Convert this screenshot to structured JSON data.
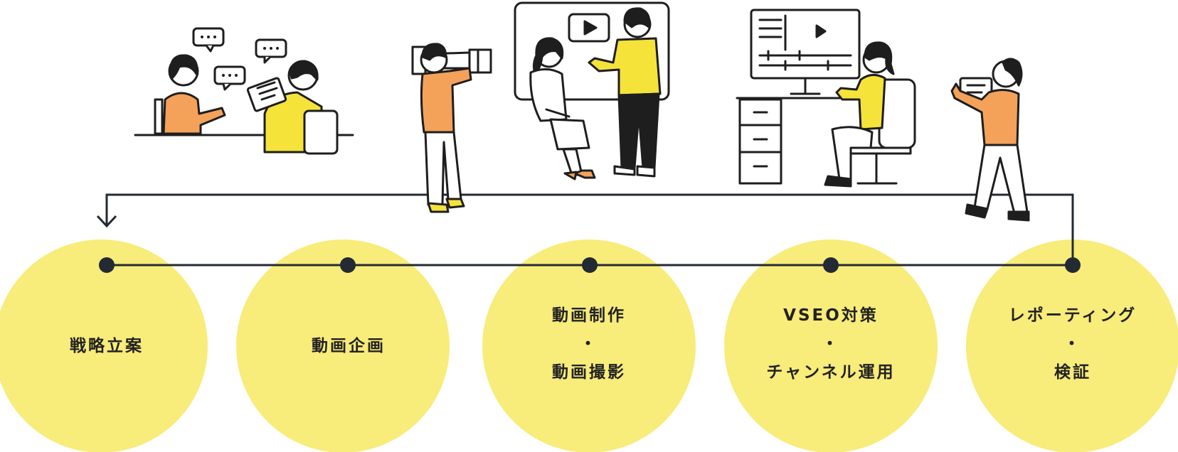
{
  "colors": {
    "circle": "#F8EC7A",
    "line": "#232A33",
    "orange": "#F4A25A",
    "yellow": "#F6E33A",
    "outline": "#1E1E1E"
  },
  "steps": [
    {
      "lines": [
        "戦略立案"
      ]
    },
    {
      "lines": [
        "動画企画"
      ]
    },
    {
      "lines": [
        "動画制作",
        "・",
        "動画撮影"
      ]
    },
    {
      "lines": [
        "VSEO対策",
        "・",
        "チャンネル運用"
      ]
    },
    {
      "lines": [
        "レポーティング",
        "・",
        "検証"
      ]
    }
  ],
  "illustrations": [
    "meeting-illustration-icon",
    "cameraman-illustration-icon",
    "video-screen-illustration-icon",
    "editing-desk-illustration-icon",
    "presenter-illustration-icon"
  ]
}
